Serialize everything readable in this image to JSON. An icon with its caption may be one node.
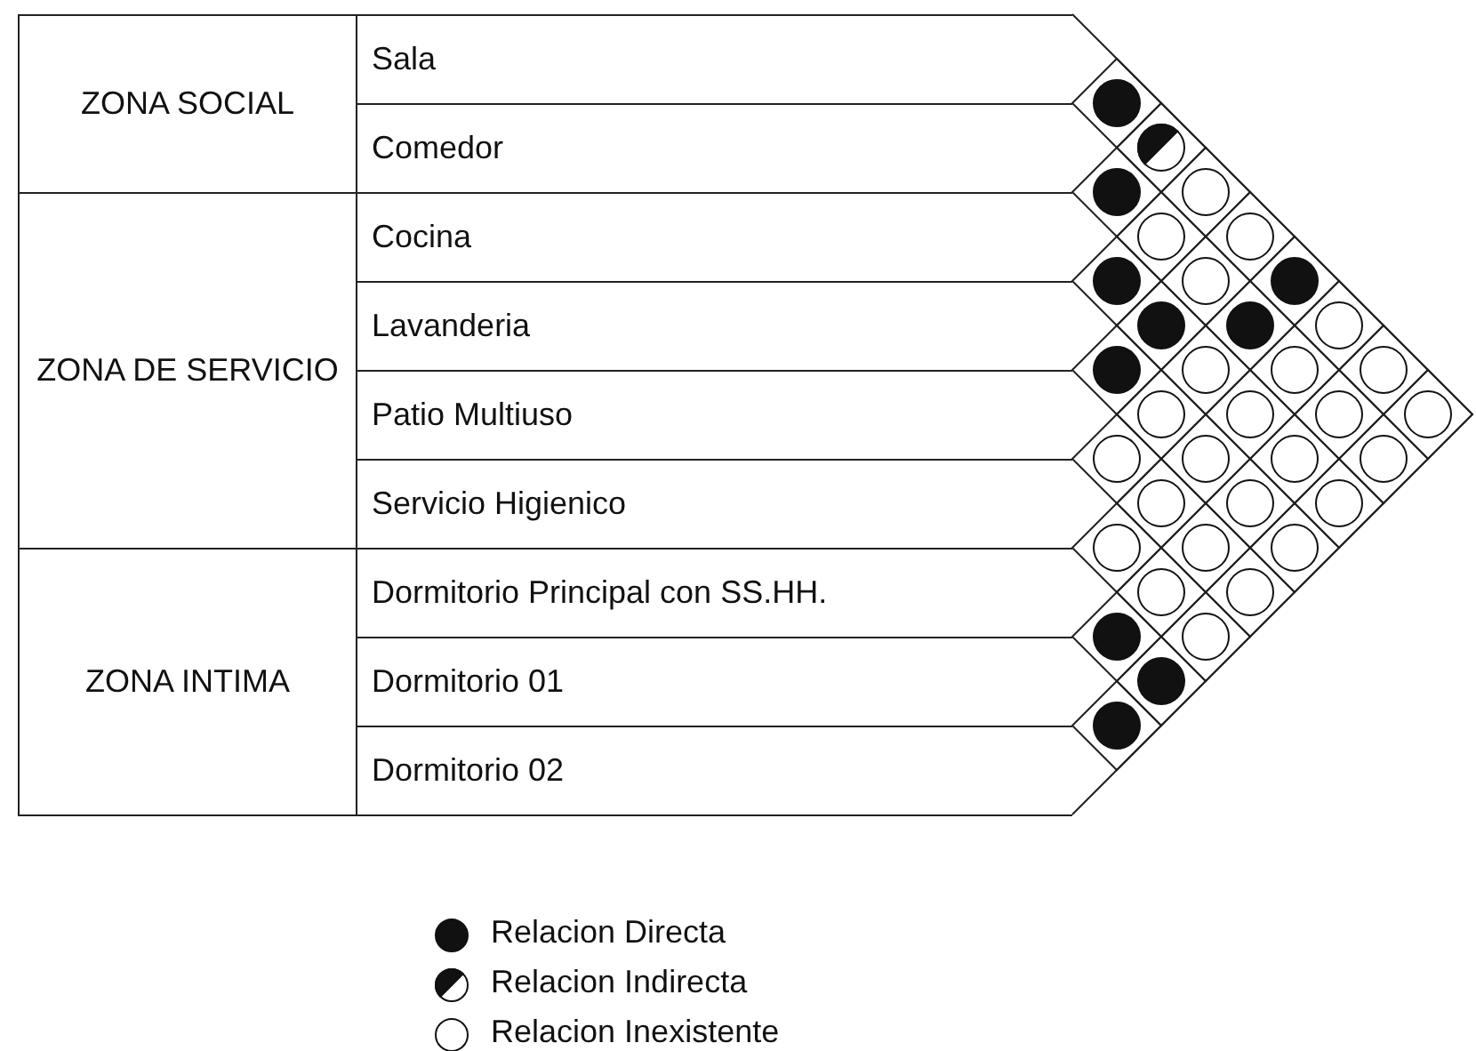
{
  "diagram": {
    "nodes": [
      {
        "text": [
          "ZONA SOCIAL"
        ]
      },
      {
        "text": [
          "ZONA DE SERVICIO"
        ]
      },
      {
        "text": [
          "ZONA INTIMA"
        ]
      },
      {
        "text": [
          "Sala"
        ]
      },
      {
        "text": [
          "Comedor"
        ]
      },
      {
        "text": [
          "Cocina"
        ]
      },
      {
        "text": [
          "Lavanderia"
        ]
      },
      {
        "text": [
          "Patio Multiuso"
        ]
      },
      {
        "text": [
          "Servicio Higienico"
        ]
      },
      {
        "text": [
          "Dormitorio Principal con SS.HH."
        ]
      },
      {
        "text": [
          "Dormitorio 01"
        ]
      },
      {
        "text": [
          "Dormitorio 02"
        ]
      },
      {
        "text": [],
        "shape": "disc"
      },
      {
        "text": [],
        "shape": "halfdisc"
      },
      {
        "text": [],
        "shape": "disc"
      },
      {
        "text": [],
        "shape": "circle"
      },
      {
        "text": [],
        "shape": "circle"
      },
      {
        "text": [],
        "shape": "circle"
      },
      {
        "text": [],
        "shape": "disc"
      },
      {
        "text": [],
        "shape": "circle"
      },
      {
        "text": [],
        "shape": "disc"
      },
      {
        "text": [],
        "shape": "disc"
      },
      {
        "text": [],
        "shape": "disc"
      },
      {
        "text": [],
        "shape": "circle"
      },
      {
        "text": [],
        "shape": "disc"
      },
      {
        "text": [],
        "shape": "circle"
      },
      {
        "text": [],
        "shape": "circle"
      },
      {
        "text": [],
        "shape": "circle"
      },
      {
        "text": [],
        "shape": "circle"
      },
      {
        "text": [],
        "shape": "circle"
      },
      {
        "text": [],
        "shape": "circle"
      },
      {
        "text": [],
        "shape": "circle"
      },
      {
        "text": [],
        "shape": "circle"
      },
      {
        "text": [],
        "shape": "circle"
      },
      {
        "text": [],
        "shape": "circle"
      },
      {
        "text": [],
        "shape": "circle"
      },
      {
        "text": [],
        "shape": "circle"
      },
      {
        "text": [],
        "shape": "circle"
      },
      {
        "text": [],
        "shape": "circle"
      },
      {
        "text": [],
        "shape": "circle"
      },
      {
        "text": [],
        "shape": "circle"
      },
      {
        "text": [],
        "shape": "circle"
      },
      {
        "text": [],
        "shape": "circle"
      },
      {
        "text": [],
        "shape": "circle"
      },
      {
        "text": [],
        "shape": "disc"
      },
      {
        "text": [],
        "shape": "circle"
      },
      {
        "text": [],
        "shape": "disc"
      },
      {
        "text": [],
        "shape": "disc"
      }
    ],
    "legend": [
      {
        "text": "Relacion Directa"
      },
      {
        "text": "Relacion Indirecta"
      },
      {
        "text": "Relacion Inexistente"
      }
    ]
  }
}
